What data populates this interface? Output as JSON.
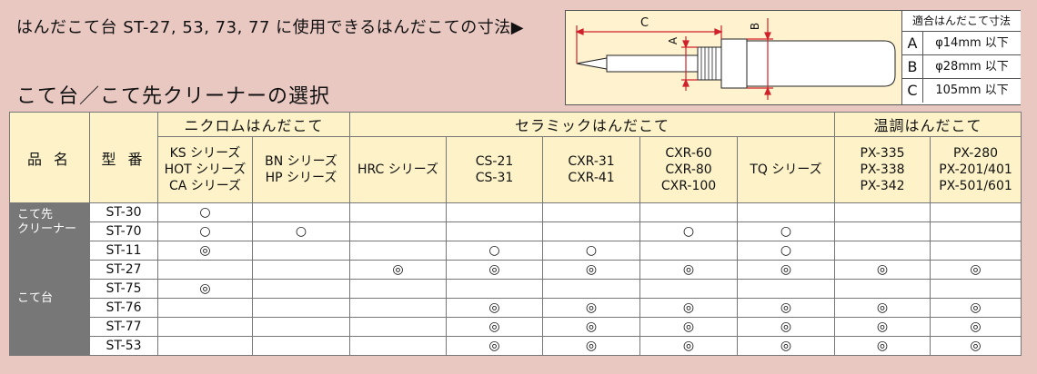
{
  "headline": "はんだこて台 ST-27, 53, 73, 77 に使用できるはんだこての寸法▶",
  "section_title": "こて台／こて先クリーナーの選択",
  "diagram": {
    "label_c": "C",
    "label_b": "B",
    "label_a": "A",
    "spec_title": "適合はんだこて寸法",
    "specs": [
      {
        "key": "A",
        "value": "φ14mm 以下"
      },
      {
        "key": "B",
        "value": "φ28mm 以下"
      },
      {
        "key": "C",
        "value": "105mm 以下"
      }
    ]
  },
  "table": {
    "col_product": "品 名",
    "col_model": "型 番",
    "groups": [
      "ニクロムはんだこて",
      "セラミックはんだこて",
      "温調はんだこて"
    ],
    "subheaders": [
      [
        "KS シリーズ",
        "HOT シリーズ",
        "CA シリーズ"
      ],
      [
        "BN シリーズ",
        "HP シリーズ"
      ],
      [
        "HRC シリーズ"
      ],
      [
        "CS-21",
        "CS-31"
      ],
      [
        "CXR-31",
        "CXR-41"
      ],
      [
        "CXR-60",
        "CXR-80",
        "CXR-100"
      ],
      [
        "TQ シリーズ"
      ],
      [
        "PX-335",
        "PX-338",
        "PX-342"
      ],
      [
        "PX-280",
        "PX-201/401",
        "PX-501/601"
      ]
    ],
    "categories": [
      {
        "label": [
          "こて先",
          "クリーナー"
        ]
      },
      {
        "label": [
          "こて台"
        ]
      }
    ],
    "rows": [
      {
        "model": "ST-30",
        "marks": [
          "○",
          "",
          "",
          "",
          "",
          "",
          "",
          "",
          ""
        ]
      },
      {
        "model": "ST-70",
        "marks": [
          "○",
          "○",
          "",
          "",
          "",
          "○",
          "○",
          "",
          ""
        ]
      },
      {
        "model": "ST-11",
        "marks": [
          "◎",
          "",
          "",
          "○",
          "○",
          "",
          "○",
          "",
          ""
        ]
      },
      {
        "model": "ST-27",
        "marks": [
          "",
          "",
          "◎",
          "◎",
          "◎",
          "◎",
          "◎",
          "◎",
          "◎"
        ]
      },
      {
        "model": "ST-75",
        "marks": [
          "◎",
          "",
          "",
          "",
          "",
          "",
          "",
          "",
          ""
        ]
      },
      {
        "model": "ST-76",
        "marks": [
          "",
          "",
          "",
          "◎",
          "◎",
          "◎",
          "◎",
          "◎",
          "◎"
        ]
      },
      {
        "model": "ST-77",
        "marks": [
          "",
          "",
          "",
          "◎",
          "◎",
          "◎",
          "◎",
          "◎",
          "◎"
        ]
      },
      {
        "model": "ST-53",
        "marks": [
          "",
          "",
          "",
          "◎",
          "◎",
          "◎",
          "◎",
          "◎",
          "◎"
        ]
      }
    ]
  }
}
